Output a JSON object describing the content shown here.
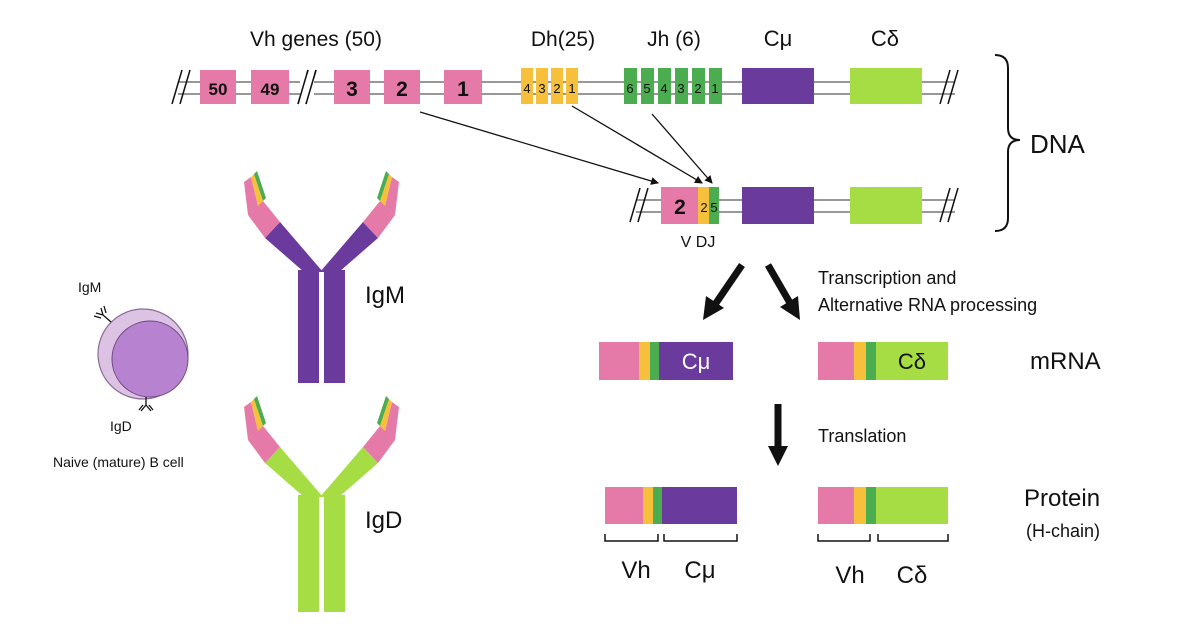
{
  "colors": {
    "v_gene": "#e57aa9",
    "d_gene": "#f6bf3c",
    "j_gene": "#4bad4f",
    "c_mu": "#6a3a9c",
    "c_delta": "#a7dd44",
    "cell_outer": "#dcc3e3",
    "cell_inner": "#b782cf"
  },
  "labels": {
    "vh_genes": "Vh genes (50)",
    "dh": "Dh(25)",
    "jh": "Jh (6)",
    "c_mu_header": "Cμ",
    "c_delta_header": "Cδ",
    "dna": "DNA",
    "vdj": "V DJ",
    "transcription_1": "Transcription and",
    "transcription_2": "Alternative RNA processing",
    "mrna": "mRNA",
    "translation": "Translation",
    "protein": "Protein",
    "h_chain": "(H-chain)",
    "igm": "IgM",
    "igd": "IgD",
    "cell_igm": "IgM",
    "cell_igd": "IgD",
    "cell_name": "Naive (mature) B cell",
    "mrna_c_mu": "Cμ",
    "mrna_c_delta": "Cδ",
    "protein_vh_1": "Vh",
    "protein_c_mu": "Cμ",
    "protein_vh_2": "Vh",
    "protein_c_delta": "Cδ"
  },
  "v_genes": [
    "50",
    "49",
    "3",
    "2",
    "1"
  ],
  "d_genes": [
    "4",
    "3",
    "2",
    "1"
  ],
  "j_genes": [
    "6",
    "5",
    "4",
    "3",
    "2",
    "1"
  ],
  "recombined": {
    "v": "2",
    "d": "2",
    "j": "5"
  }
}
